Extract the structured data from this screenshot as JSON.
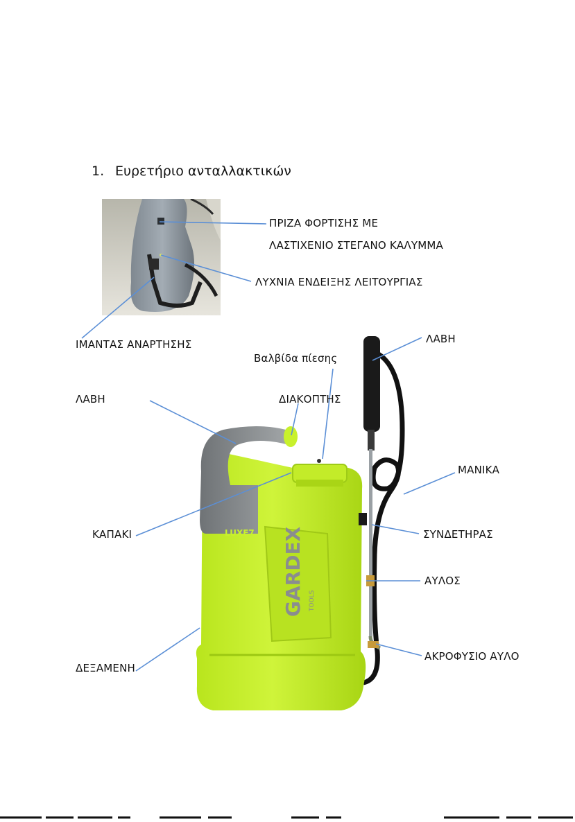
{
  "heading": {
    "number": "1.",
    "title": "Ευρετήριο ανταλλακτικών"
  },
  "labels": {
    "charging_socket_1": "ΠΡΙΖΑ ΦΟΡΤΙΣΗΣ ΜΕ",
    "charging_socket_2": "ΛΑΣΤΙΧΕΝΙΟ ΣΤΕΓΑΝΟ ΚΑΛΥΜΜΑ",
    "indicator_lamp": "ΛΥΧΝΙΑ ΕΝΔΕΙΞΗΣ ΛΕΙΤΟΥΡΓΙΑΣ",
    "strap": "ΙΜΑΝΤΑΣ ΑΝΑΡΤΗΣΗΣ",
    "pressure_valve": "Βαλβίδα πίεσης",
    "switch": "ΔΙΑΚΟΠΤΗΣ",
    "handle_left": "ΛΑΒΗ",
    "handle_right": "ΛΑΒΗ",
    "hose": "ΜΑΝΙΚΑ",
    "cap": "ΚΑΠΑΚΙ",
    "clip": "ΣΥΝΔΕΤΗΡΑΣ",
    "lance": "ΑΥΛΟΣ",
    "tank": "ΔΕΞΑΜΕΝΗ",
    "nozzle": "ΑΚΡΟΦΥΣΙΟ ΑΥΛΟ"
  },
  "product": {
    "model": "LUXE7",
    "brand": "GARDEX",
    "subbrand": "TOOLS"
  },
  "colors": {
    "body": "#c8f12c",
    "grey": "#8e9193",
    "arrow": "#5b8fd6",
    "hose": "#111111"
  }
}
